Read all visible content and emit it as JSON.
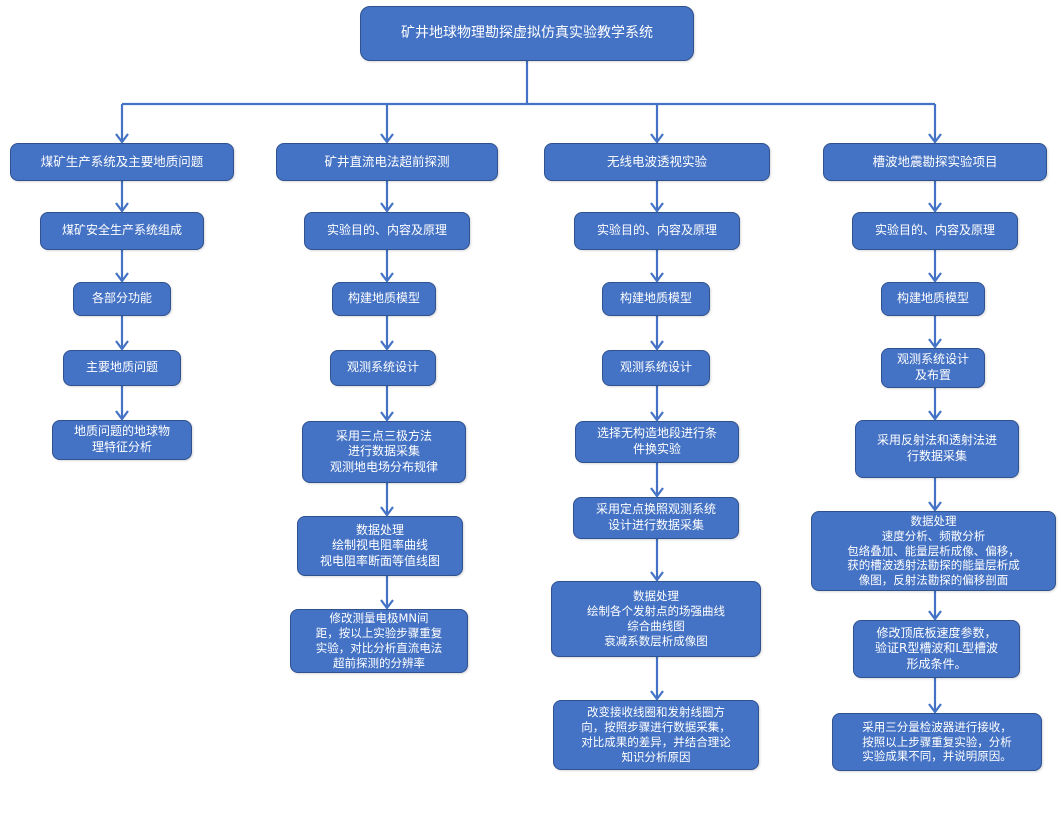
{
  "title": "矿井地球物理勘探虚拟仿真实验教学系统",
  "columns": [
    {
      "header": "煤矿生产系统及主要地质问题",
      "steps": [
        "煤矿安全生产系统组成",
        "各部分功能",
        "主要地质问题",
        "地质问题的地球物\n理特征分析"
      ]
    },
    {
      "header": "矿井直流电法超前探测",
      "steps": [
        "实验目的、内容及原理",
        "构建地质模型",
        "观测系统设计",
        "采用三点三极方法\n进行数据采集\n观测地电场分布规律",
        "数据处理\n绘制视电阻率曲线\n视电阻率断面等值线图",
        "修改测量电极MN间\n距，按以上实验步骤重复\n实验，对比分析直流电法\n超前探测的分辨率"
      ]
    },
    {
      "header": "无线电波透视实验",
      "steps": [
        "实验目的、内容及原理",
        "构建地质模型",
        "观测系统设计",
        "选择无构造地段进行条\n件换实验",
        "采用定点换照观测系统\n设计进行数据采集",
        "数据处理\n绘制各个发射点的场强曲线\n综合曲线图\n衰减系数层析成像图",
        "改变接收线圈和发射线圈方\n向，按照步骤进行数据采集，\n对比成果的差异，并结合理论\n知识分析原因"
      ]
    },
    {
      "header": "槽波地震勘探实验项目",
      "steps": [
        "实验目的、内容及原理",
        "构建地质模型",
        "观测系统设计\n及布置",
        "采用反射法和透射法进\n行数据采集",
        "数据处理\n速度分析、频散分析\n包络叠加、能量层析成像、偏移，\n获的槽波透射法勘探的能量层析成\n像图，反射法勘探的偏移剖面",
        "修改顶底板速度参数，\n验证R型槽波和L型槽波\n形成条件。",
        "采用三分量检波器进行接收，\n按照以上步骤重复实验，分析\n实验成果不同，并说明原因。"
      ]
    }
  ]
}
